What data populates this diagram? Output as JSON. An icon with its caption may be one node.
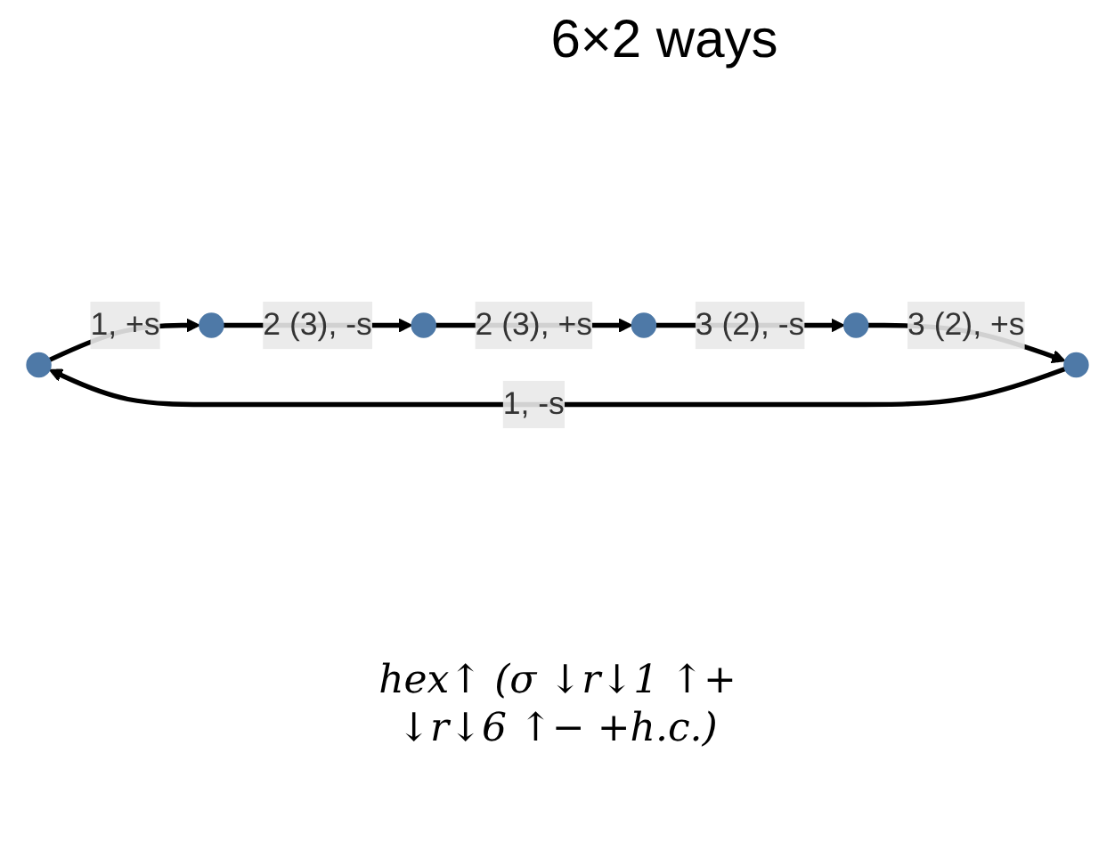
{
  "diagram": {
    "title": "6×2 ways",
    "nodes": [
      {
        "text": [],
        "shape": "point"
      },
      {
        "text": [],
        "shape": "point"
      },
      {
        "text": [],
        "shape": "point"
      },
      {
        "text": [],
        "shape": "point"
      },
      {
        "text": [],
        "shape": "point"
      },
      {
        "text": [],
        "shape": "point"
      }
    ],
    "edges": [
      {
        "from": 1,
        "to": 0,
        "arrow": "to",
        "label": "1, -s"
      },
      {
        "from": 0,
        "to": 5,
        "arrow": "to",
        "label": "1, +s"
      },
      {
        "from": 5,
        "to": 4,
        "arrow": "to",
        "label": "2 (3), -s"
      },
      {
        "from": 4,
        "to": 3,
        "arrow": "to",
        "label": "2 (3), +s"
      },
      {
        "from": 3,
        "to": 2,
        "arrow": "to",
        "label": "3 (2), -s"
      },
      {
        "from": 2,
        "to": 1,
        "arrow": "to",
        "label": "3 (2), +s"
      }
    ],
    "labels": [
      "hex↑ (σ ↓r↓1 ↑+",
      "↓r↓6 ↑− +h.c.)"
    ]
  }
}
